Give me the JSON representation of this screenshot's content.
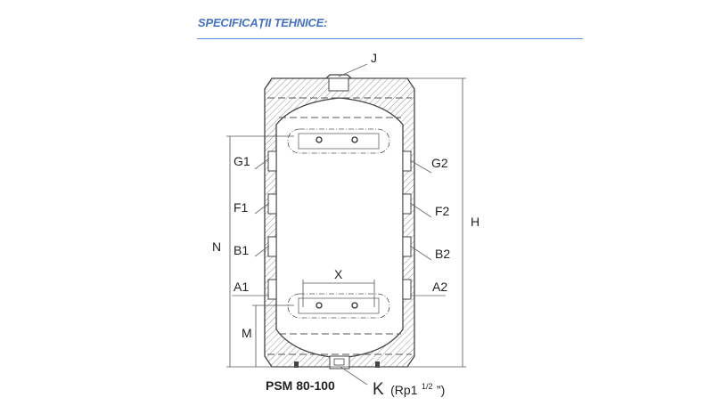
{
  "header": {
    "title": "SPECIFICAȚII TEHNICE:"
  },
  "colors": {
    "accent": "#4472c4",
    "line": "#444444"
  },
  "drawing": {
    "labels": {
      "J": "J",
      "G1": "G1",
      "F1": "F1",
      "B1": "B1",
      "A1": "A1",
      "G2": "G2",
      "F2": "F2",
      "B2": "B2",
      "A2": "A2",
      "H": "H",
      "N": "N",
      "M": "M",
      "X": "X"
    },
    "model": "PSM 80-100",
    "bottom_connection": {
      "letter": "K",
      "thread_prefix": "(Rp1",
      "thread_sup": "1/2",
      "thread_suffix": "”)"
    }
  }
}
